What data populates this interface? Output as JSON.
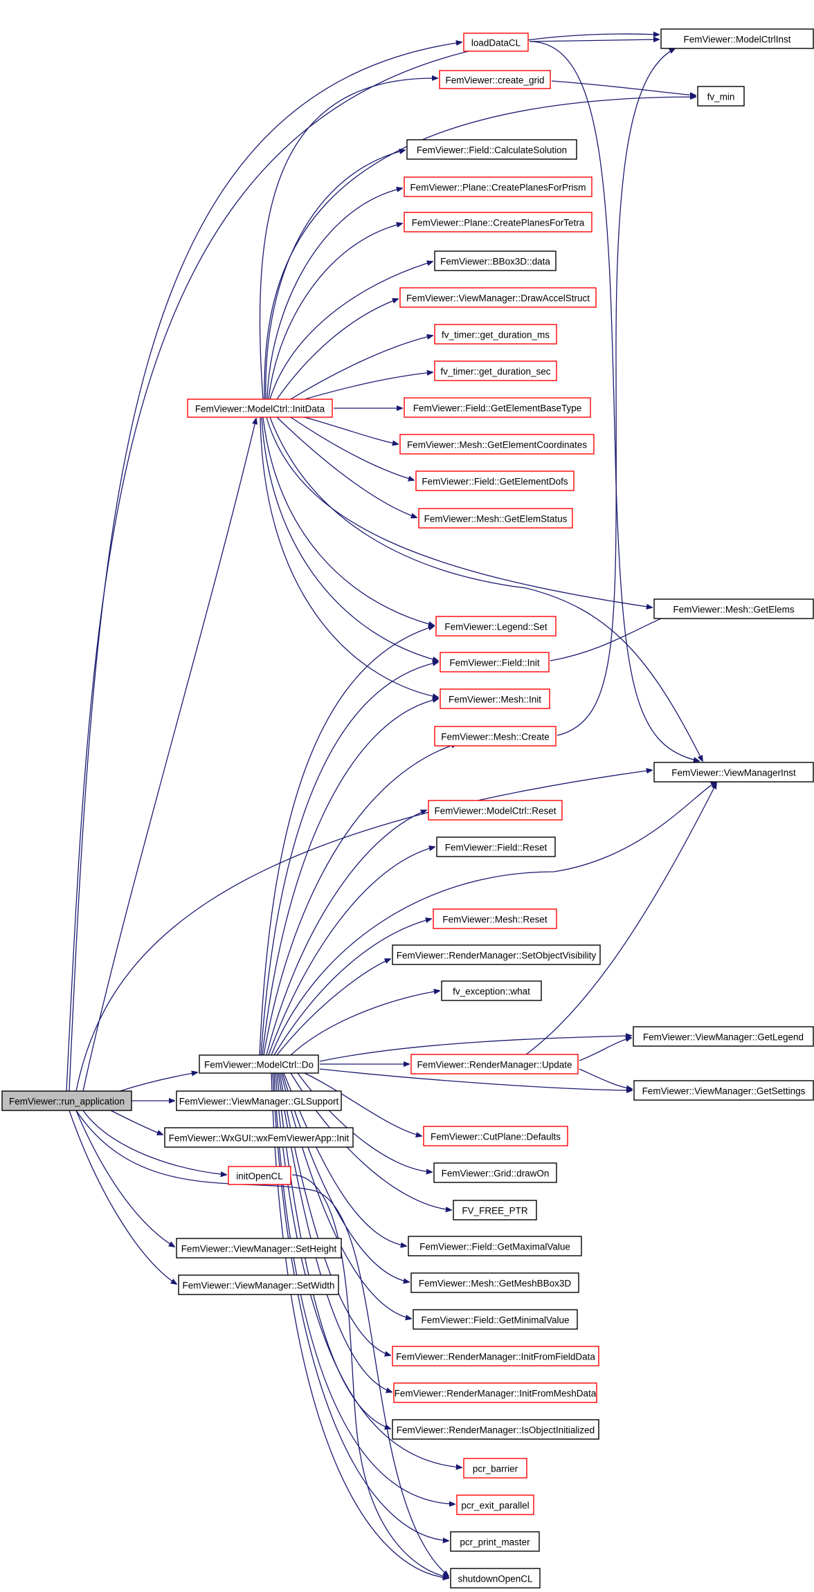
{
  "colors": {
    "edge": "#191970",
    "leaf_border": "#000000",
    "truncated_border": "#ff0000",
    "root_fill": "#bfbfbf"
  },
  "nodes": [
    {
      "id": "run",
      "label": "FemViewer::run_application",
      "style": "root"
    },
    {
      "id": "loadDataCL",
      "label": "loadDataCL",
      "style": "truncated"
    },
    {
      "id": "ModelCtrlInst",
      "label": "FemViewer::ModelCtrlInst",
      "style": "leaf"
    },
    {
      "id": "create_grid",
      "label": "FemViewer::create_grid",
      "style": "truncated"
    },
    {
      "id": "fv_min",
      "label": "fv_min",
      "style": "leaf"
    },
    {
      "id": "CalcSol",
      "label": "FemViewer::Field::CalculateSolution",
      "style": "leaf"
    },
    {
      "id": "CPPrism",
      "label": "FemViewer::Plane::CreatePlanesForPrism",
      "style": "truncated"
    },
    {
      "id": "CPTetra",
      "label": "FemViewer::Plane::CreatePlanesForTetra",
      "style": "truncated"
    },
    {
      "id": "BBoxData",
      "label": "FemViewer::BBox3D::data",
      "style": "leaf"
    },
    {
      "id": "DrawAccel",
      "label": "FemViewer::ViewManager::DrawAccelStruct",
      "style": "truncated"
    },
    {
      "id": "durMs",
      "label": "fv_timer::get_duration_ms",
      "style": "truncated"
    },
    {
      "id": "durSec",
      "label": "fv_timer::get_duration_sec",
      "style": "truncated"
    },
    {
      "id": "InitData",
      "label": "FemViewer::ModelCtrl::InitData",
      "style": "truncated"
    },
    {
      "id": "GEBT",
      "label": "FemViewer::Field::GetElementBaseType",
      "style": "truncated"
    },
    {
      "id": "GECoords",
      "label": "FemViewer::Mesh::GetElementCoordinates",
      "style": "truncated"
    },
    {
      "id": "GEDofs",
      "label": "FemViewer::Field::GetElementDofs",
      "style": "truncated"
    },
    {
      "id": "GEStatus",
      "label": "FemViewer::Mesh::GetElemStatus",
      "style": "truncated"
    },
    {
      "id": "GetElems",
      "label": "FemViewer::Mesh::GetElems",
      "style": "leaf"
    },
    {
      "id": "LegendSet",
      "label": "FemViewer::Legend::Set",
      "style": "truncated"
    },
    {
      "id": "FieldInit",
      "label": "FemViewer::Field::Init",
      "style": "truncated"
    },
    {
      "id": "MeshInit",
      "label": "FemViewer::Mesh::Init",
      "style": "truncated"
    },
    {
      "id": "MeshCreate",
      "label": "FemViewer::Mesh::Create",
      "style": "truncated"
    },
    {
      "id": "VMInst",
      "label": "FemViewer::ViewManagerInst",
      "style": "leaf"
    },
    {
      "id": "MCReset",
      "label": "FemViewer::ModelCtrl::Reset",
      "style": "truncated"
    },
    {
      "id": "FieldReset",
      "label": "FemViewer::Field::Reset",
      "style": "leaf"
    },
    {
      "id": "MeshReset",
      "label": "FemViewer::Mesh::Reset",
      "style": "truncated"
    },
    {
      "id": "SetObjVis",
      "label": "FemViewer::RenderManager::SetObjectVisibility",
      "style": "leaf"
    },
    {
      "id": "fvWhat",
      "label": "fv_exception::what",
      "style": "leaf"
    },
    {
      "id": "GetLegend",
      "label": "FemViewer::ViewManager::GetLegend",
      "style": "leaf"
    },
    {
      "id": "MCDo",
      "label": "FemViewer::ModelCtrl::Do",
      "style": "leaf"
    },
    {
      "id": "RMUpdate",
      "label": "FemViewer::RenderManager::Update",
      "style": "truncated"
    },
    {
      "id": "GetSettings",
      "label": "FemViewer::ViewManager::GetSettings",
      "style": "leaf"
    },
    {
      "id": "GLSupport",
      "label": "FemViewer::ViewManager::GLSupport",
      "style": "leaf"
    },
    {
      "id": "WxInit",
      "label": "FemViewer::WxGUI::wxFemViewerApp::Init",
      "style": "leaf"
    },
    {
      "id": "CutDefaults",
      "label": "FemViewer::CutPlane::Defaults",
      "style": "truncated"
    },
    {
      "id": "initOpenCL",
      "label": "initOpenCL",
      "style": "truncated"
    },
    {
      "id": "GridDrawOn",
      "label": "FemViewer::Grid::drawOn",
      "style": "leaf"
    },
    {
      "id": "FVFree",
      "label": "FV_FREE_PTR",
      "style": "leaf"
    },
    {
      "id": "GMaxVal",
      "label": "FemViewer::Field::GetMaximalValue",
      "style": "leaf"
    },
    {
      "id": "SetHeight",
      "label": "FemViewer::ViewManager::SetHeight",
      "style": "leaf"
    },
    {
      "id": "GMeshBBox",
      "label": "FemViewer::Mesh::GetMeshBBox3D",
      "style": "leaf"
    },
    {
      "id": "SetWidth",
      "label": "FemViewer::ViewManager::SetWidth",
      "style": "leaf"
    },
    {
      "id": "GMinVal",
      "label": "FemViewer::Field::GetMinimalValue",
      "style": "leaf"
    },
    {
      "id": "IFFieldData",
      "label": "FemViewer::RenderManager::InitFromFieldData",
      "style": "truncated"
    },
    {
      "id": "IFMeshData",
      "label": "FemViewer::RenderManager::InitFromMeshData",
      "style": "truncated"
    },
    {
      "id": "IsObjInit",
      "label": "FemViewer::RenderManager::IsObjectInitialized",
      "style": "leaf"
    },
    {
      "id": "pcrBarrier",
      "label": "pcr_barrier",
      "style": "truncated"
    },
    {
      "id": "pcrExit",
      "label": "pcr_exit_parallel",
      "style": "truncated"
    },
    {
      "id": "pcrPrint",
      "label": "pcr_print_master",
      "style": "leaf"
    },
    {
      "id": "shutdownCL",
      "label": "shutdownOpenCL",
      "style": "leaf"
    }
  ]
}
